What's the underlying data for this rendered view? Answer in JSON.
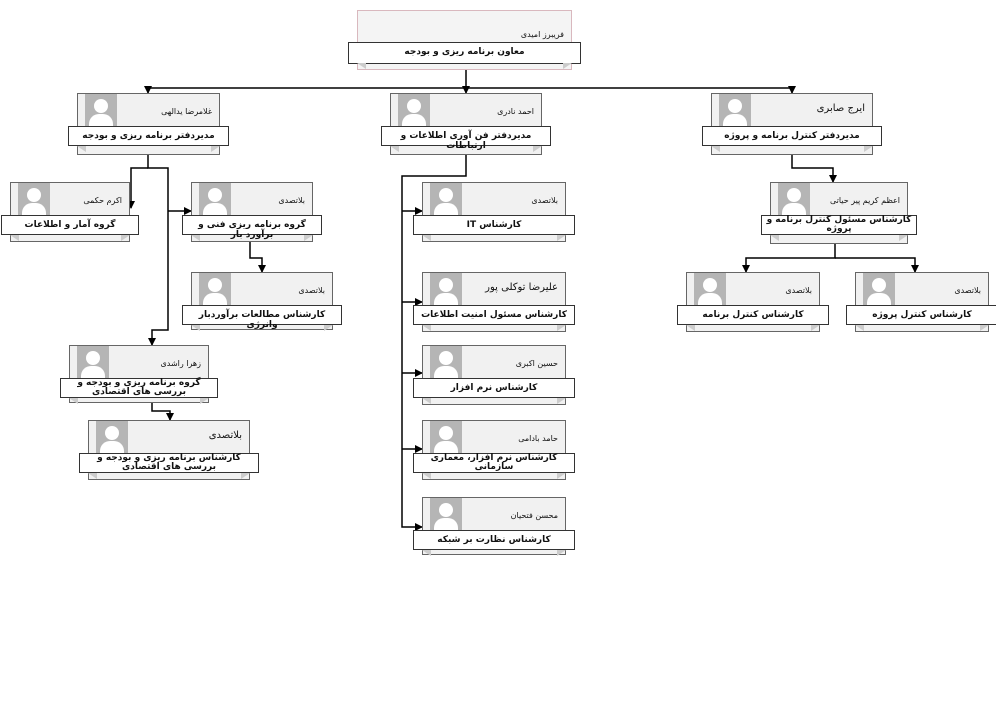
{
  "cards": [
    {
      "id": "root",
      "name": "فریبرز امیدی",
      "title": "معاون برنامه ریزی و بودجه"
    },
    {
      "id": "m1",
      "name": "غلامرضا یدالهی",
      "title": "مدیردفتر برنامه ریزی و بودجه"
    },
    {
      "id": "m2",
      "name": "احمد نادری",
      "title": "مدیردفتر فن آوری اطلاعات و ارتباطات"
    },
    {
      "id": "m3",
      "name": "ایرج صابری",
      "title": "مدیردفتر کنترل برنامه و پروژه"
    },
    {
      "id": "l1",
      "name": "اکرم حکمی",
      "title": "گروه آمار و اطلاعات"
    },
    {
      "id": "l2",
      "name": "بلاتصدی",
      "title": "گروه برنامه ریزی فنی و برآورد بار"
    },
    {
      "id": "l3",
      "name": "بلاتصدی",
      "title": "کارشناس مطالعات برآوردبار وانرژی"
    },
    {
      "id": "l4",
      "name": "زهرا راشدی",
      "title": "گروه برنامه ریزی و بودجه و بررسی های اقتصادی"
    },
    {
      "id": "l5",
      "name": "بلاتصدی",
      "title": "کارشناس برنامه ریزی و بودجه و بررسی های اقتصادی"
    },
    {
      "id": "c1",
      "name": "بلاتصدی",
      "title": "کارشناس IT"
    },
    {
      "id": "c2",
      "name": "علیرضا توکلی پور",
      "title": "کارشناس مسئول امنیت اطلاعات"
    },
    {
      "id": "c3",
      "name": "حسین اکبری",
      "title": "کارشناس نرم افزار"
    },
    {
      "id": "c4",
      "name": "حامد بادامی",
      "title": "کارشناس نرم افزار، معماری سازمانی"
    },
    {
      "id": "c5",
      "name": "محسن فتحیان",
      "title": "کارشناس نظارت بر شبکه"
    },
    {
      "id": "r1",
      "name": "اعظم کریم پیر حیاتی",
      "title": "کارشناس مسئول کنترل برنامه و پروژه"
    },
    {
      "id": "r2",
      "name": "بلاتصدی",
      "title": "کارشناس کنترل برنامه"
    },
    {
      "id": "r3",
      "name": "بلاتصدی",
      "title": "کارشناس کنترل پروژه"
    }
  ]
}
